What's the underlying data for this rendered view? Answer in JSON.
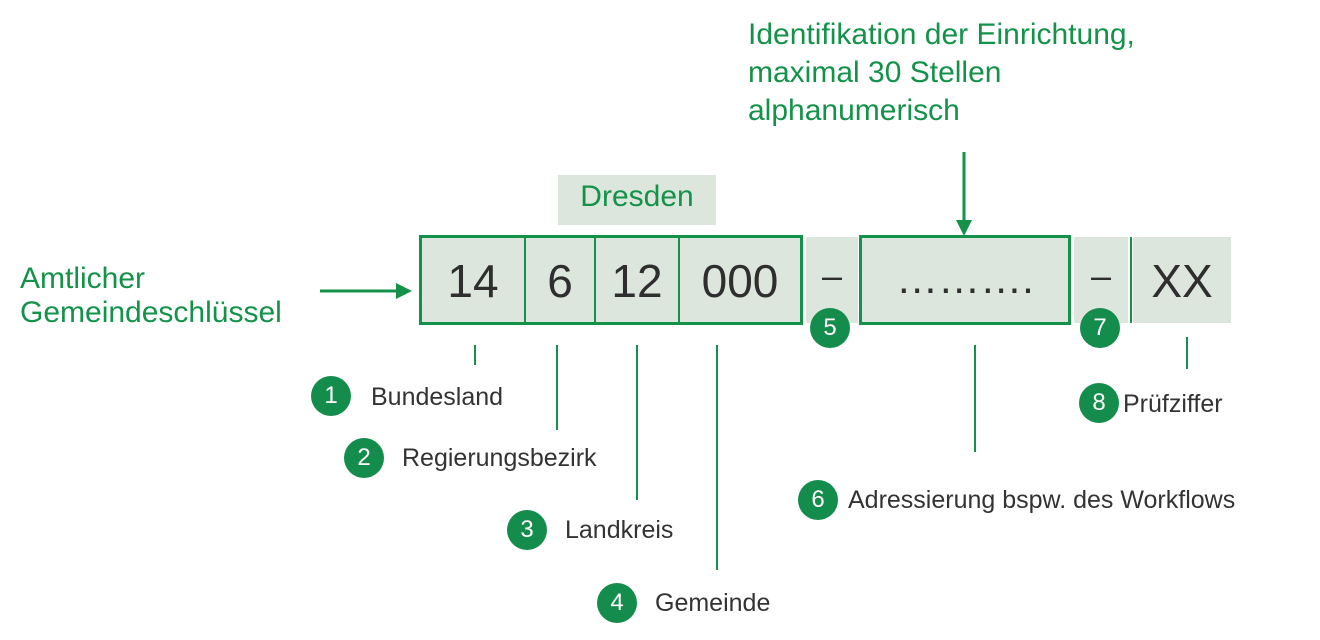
{
  "top_annotation": {
    "lines": [
      "Identifikation der Einrichtung,",
      "maximal 30 Stellen",
      "alphanumerisch"
    ]
  },
  "left_annotation": {
    "lines": [
      "Amtlicher",
      "Gemeindeschlüssel"
    ]
  },
  "region_label": "Dresden",
  "code_segments": {
    "bundesland": "14",
    "regierungsbezirk": "6",
    "landkreis": "12",
    "gemeinde": "000",
    "separator_1": "–",
    "einrichtung": "……….",
    "separator_2": "–",
    "pruefziffer": "XX"
  },
  "legend": [
    {
      "number": "1",
      "label": "Bundesland"
    },
    {
      "number": "2",
      "label": "Regierungsbezirk"
    },
    {
      "number": "3",
      "label": "Landkreis"
    },
    {
      "number": "4",
      "label": "Gemeinde"
    },
    {
      "number": "5",
      "label": ""
    },
    {
      "number": "6",
      "label": "Adressierung bspw. des Workflows"
    },
    {
      "number": "7",
      "label": ""
    },
    {
      "number": "8",
      "label": "Prüfziffer"
    }
  ],
  "colors": {
    "accent_green": "#14924a",
    "badge_green": "#148c4c",
    "shade": "#dce6dd",
    "text_dark": "#333333"
  }
}
